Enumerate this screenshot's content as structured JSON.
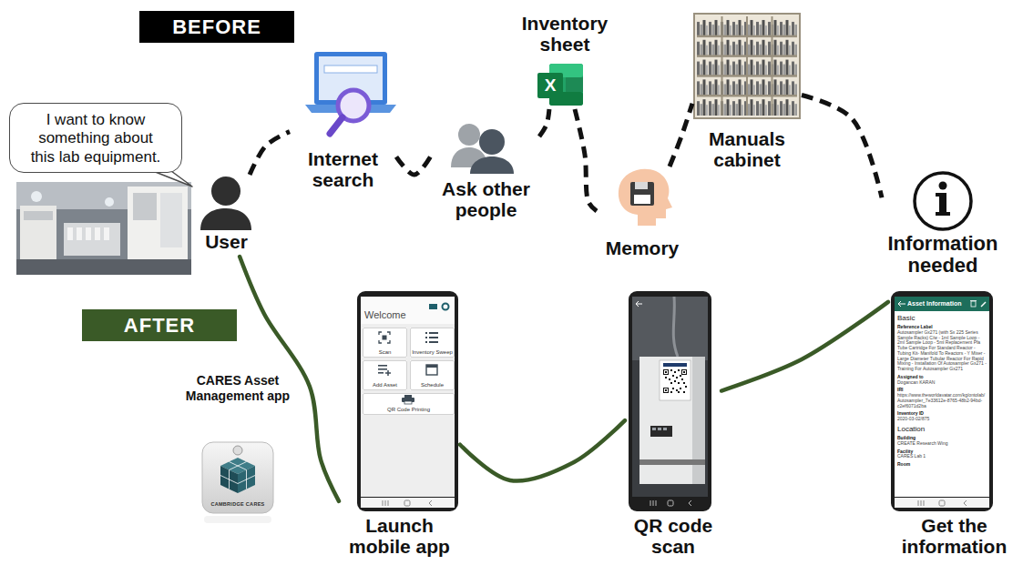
{
  "diagram": {
    "nodes": [
      {
        "text": [
          "BEFORE"
        ]
      },
      {
        "text": [
          "I want to know something about this lab equipment."
        ]
      },
      {
        "text": [
          "User"
        ]
      },
      {
        "text": [
          "Internet search"
        ]
      },
      {
        "text": [
          "Ask other people"
        ]
      },
      {
        "text": [
          "Inventory sheet"
        ]
      },
      {
        "text": [
          "Memory"
        ]
      },
      {
        "text": [
          "Manuals cabinet"
        ]
      },
      {
        "text": [
          "Information needed"
        ]
      },
      {
        "text": [
          "AFTER"
        ]
      },
      {
        "text": [
          "CARES Asset Management app",
          "CAMBRIDGE CARES"
        ]
      },
      {
        "text": [
          "Welcome",
          "Launch mobile app"
        ]
      },
      {
        "text": [
          "Scan"
        ],
        "in": 11
      },
      {
        "text": [
          "Inventory Sweep"
        ],
        "in": 11
      },
      {
        "text": [
          "Add Asset"
        ],
        "in": 11
      },
      {
        "text": [
          "Schedule"
        ],
        "in": 11
      },
      {
        "text": [
          "QR Code Printing"
        ],
        "in": 11
      },
      {
        "text": [
          "QR code scan"
        ]
      },
      {
        "text": [
          "Asset Information",
          "Basic",
          "Reference Label",
          "Autosampler Gx271 (with Sx 225 Series Sample Racks) C/w - 1ml Sample Loop - 2ml Sample Loop - 5ml Replacement Pfa Tube Cartridge For Standard Reactor - Tubing Kit- Manifold To Reactors - Y Mixer - Large Diameter Tubular Reactor For Rapid Mixing - Installation Of Autosampler Gx271 - Training For Autosampler Gx271",
          "Assigned to",
          "Dogancan KARAN",
          "IRI",
          "https://www.theworldavatar.com/kg/ontolab/Autosampler_7e33612e-8765-48b2-94bd-c2ef6071d2ba",
          "Inventory ID",
          "2020-03-02/875",
          "Location",
          "Building",
          "CREATE Research Wing",
          "Facility",
          "CARES Lab 1",
          "Room",
          "Get the information"
        ]
      }
    ],
    "edges": [
      {
        "from": 2,
        "to": 3,
        "arrow": "none"
      },
      {
        "from": 3,
        "to": 4,
        "arrow": "none"
      },
      {
        "from": 4,
        "to": 5,
        "arrow": "none"
      },
      {
        "from": 5,
        "to": 6,
        "arrow": "none"
      },
      {
        "from": 6,
        "to": 7,
        "arrow": "none"
      },
      {
        "from": 7,
        "to": 8,
        "arrow": "to"
      },
      {
        "from": 2,
        "to": 11,
        "arrow": "none"
      },
      {
        "from": 11,
        "to": 17,
        "arrow": "none"
      },
      {
        "from": 17,
        "to": 18,
        "arrow": "to"
      }
    ],
    "labels": [
      "X"
    ]
  }
}
